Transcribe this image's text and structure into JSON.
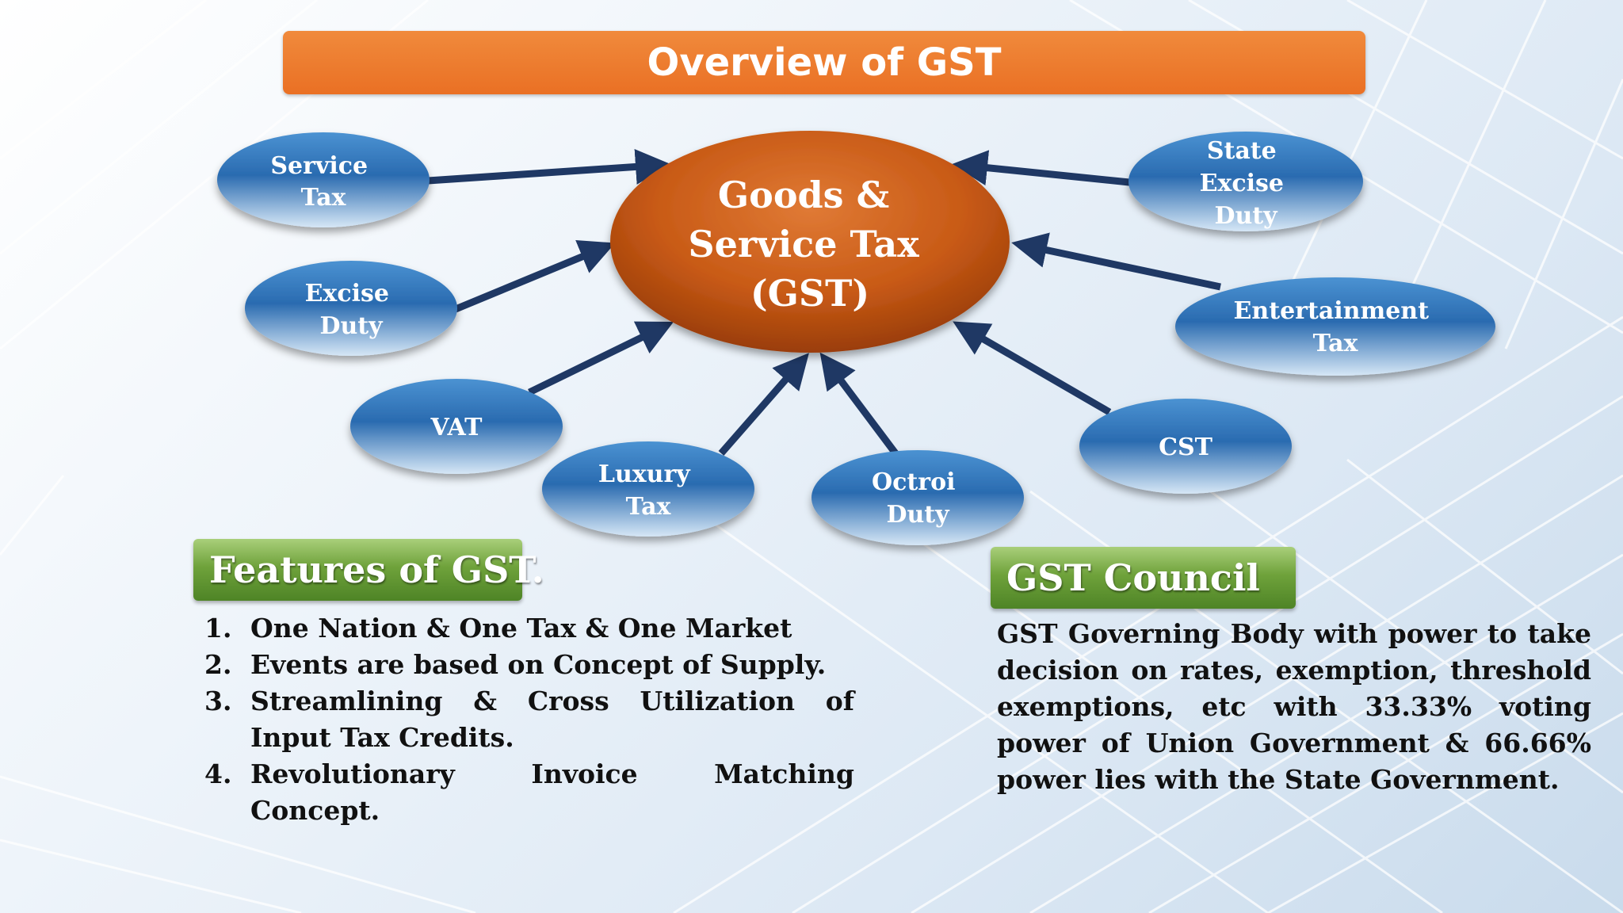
{
  "title": "Overview of GST",
  "diagram": {
    "center": {
      "lines": [
        "Goods &",
        "Service Tax",
        "(GST)"
      ]
    },
    "nodes": [
      {
        "id": "service-tax",
        "lines": [
          "Service",
          "Tax"
        ]
      },
      {
        "id": "excise-duty",
        "lines": [
          "Excise",
          "Duty"
        ]
      },
      {
        "id": "vat",
        "lines": [
          "VAT"
        ]
      },
      {
        "id": "luxury-tax",
        "lines": [
          "Luxury",
          "Tax"
        ]
      },
      {
        "id": "octroi-duty",
        "lines": [
          "Octroi",
          "Duty"
        ]
      },
      {
        "id": "cst",
        "lines": [
          "CST"
        ]
      },
      {
        "id": "entertainment-tax",
        "lines": [
          "Entertainment",
          "Tax"
        ]
      },
      {
        "id": "state-excise-duty",
        "lines": [
          "State",
          "Excise",
          "Duty"
        ]
      }
    ]
  },
  "features": {
    "heading": "Features of GST.",
    "items": [
      {
        "num": "1.",
        "text": "One Nation & One Tax & One Market"
      },
      {
        "num": "2.",
        "text": "Events are based on Concept of Supply."
      },
      {
        "num": "3.",
        "text": "Streamlining & Cross Utilization of Input Tax Credits."
      },
      {
        "num": "4.",
        "text": "Revolutionary Invoice Matching Concept."
      }
    ]
  },
  "council": {
    "heading": "GST Council",
    "text": "GST Governing Body with power to take decision on rates, exemption, threshold exemptions, etc with 33.33% voting power of Union Government & 66.66% power lies with the State Government."
  },
  "colors": {
    "title_bar": "#ea7024",
    "center_node": "#d2601c",
    "outer_node": "#2f6fb0",
    "arrow": "#1f3864",
    "section_heading": "#5a8f2e"
  }
}
